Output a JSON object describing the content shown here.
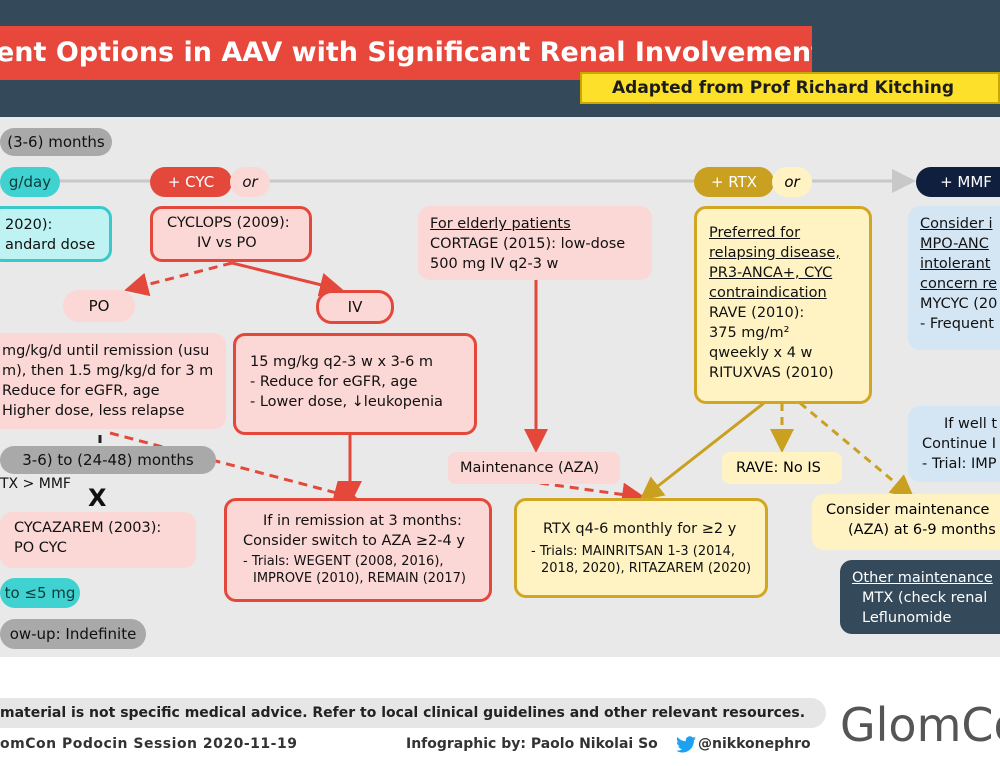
{
  "header": {
    "title": "ent Options in AAV with Significant Renal Involvement",
    "subtitle": "Adapted from Prof Richard Kitching"
  },
  "left": {
    "induction_pill": "(3-6) months",
    "steroid_pill": "g/day",
    "pexivas_lines": [
      "2020):",
      "andard dose"
    ],
    "cyc_po_lines": [
      "mg/kg/d until remission (usu",
      "m), then 1.5 mg/kg/d for 3 m",
      "Reduce for eGFR, age",
      "Higher dose, less relapse"
    ],
    "maintenance_pill": "3-6) to (24-48) months",
    "rtx_mmf": "TX > MMF",
    "cross_mark": "X",
    "cycazarem_lines": [
      "CYCAZAREM (2003):",
      "PO CYC"
    ],
    "steroid_taper": "to ≤5 mg",
    "followup": "ow-up: Indefinite"
  },
  "cyc": {
    "label": "+ CYC",
    "or": "or",
    "cyclops_lines": [
      "CYCLOPS (2009):",
      "IV vs PO"
    ],
    "po": "PO",
    "iv": "IV",
    "iv_lines": [
      "15 mg/kg q2-3 w x 3-6 m",
      "- Reduce for eGFR, age",
      "- Lower dose, ↓leukopenia"
    ],
    "remission_lines": [
      "If in remission at 3 months:",
      "Consider switch to AZA ≥2-4 y"
    ],
    "remission_trials": [
      "- Trials: WEGENT (2008, 2016),",
      "IMPROVE (2010), REMAIN (2017)"
    ]
  },
  "elderly": {
    "heading": "For elderly patients",
    "lines": [
      "CORTAGE (2015): low-dose",
      "500 mg IV q2-3 w"
    ],
    "maintenance": "Maintenance (AZA)"
  },
  "rtx": {
    "label": "+ RTX",
    "or": "or",
    "preferred_lines": [
      "Preferred for",
      "relapsing disease,",
      "PR3-ANCA+, CYC",
      "contraindication"
    ],
    "rave_lines": [
      "RAVE (2010):",
      "375 mg/m²",
      "qweekly x 4 w",
      "RITUXVAS (2010)"
    ],
    "rave_no_is": "RAVE: No IS",
    "maint_main": "RTX q4-6 monthly for ≥2 y",
    "maint_trials": [
      "- Trials: MAINRITSAN 1-3 (2014,",
      "2018, 2020), RITAZAREM (2020)"
    ],
    "consider_aza": [
      "Consider maintenance",
      "(AZA) at 6-9 months"
    ]
  },
  "mmf": {
    "label": "+ MMF",
    "consider_lines": [
      "Consider i",
      "MPO-ANC",
      "intolerant",
      "concern re"
    ],
    "mycyc": "MYCYC (20",
    "frequent": "- Frequent",
    "well_lines": [
      "If well t",
      "Continue I",
      "- Trial: IMP"
    ],
    "other_heading": "Other maintenance",
    "other_lines": [
      "MTX (check renal",
      "Leflunomide"
    ]
  },
  "footer": {
    "disclaimer": "material is not specific medical advice. Refer to local clinical guidelines and other relevant resources.",
    "session": "omCon Podocin Session 2020-11-19",
    "infographic": "Infographic by: Paolo Nikolai So",
    "handle": "@nikkonephro",
    "brand": "GlomCo"
  },
  "colors": {
    "red": "#e4483b",
    "navy": "#34495a",
    "gold": "#d1a722",
    "teal": "#3fd2d0",
    "yellow": "#fde02a"
  }
}
